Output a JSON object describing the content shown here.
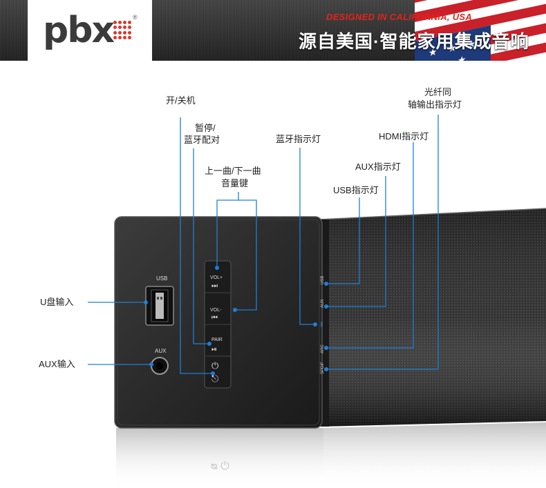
{
  "header": {
    "logo_text": "pbx",
    "logo_mark": "®",
    "tagline_en": "DESIGNED IN CALIFORNIA, USA",
    "tagline_cn": "源自美国·智能家用集成音响"
  },
  "panel": {
    "usb": "USB",
    "aux": "AUX",
    "vol_up": "VOL+",
    "vol_down": "VOL-",
    "pair": "PAIR"
  },
  "callouts": {
    "power": "开/关机",
    "pause_pair_1": "暂停/",
    "pause_pair_2": "蓝牙配对",
    "track_vol_1": "上一曲/下一曲",
    "track_vol_2": "音量键",
    "bt_indicator": "蓝牙指示灯",
    "optical_1": "光纤同",
    "optical_2": "轴输出指示灯",
    "hdmi_indicator": "HDMI指示灯",
    "aux_indicator": "AUX指示灯",
    "usb_indicator": "USB指示灯",
    "usb_input": "U盘输入",
    "aux_input": "AUX输入"
  },
  "colors": {
    "callout_line": "#1e7fd6",
    "brand_red": "#e2231a",
    "panel": "#2b2b2b"
  }
}
